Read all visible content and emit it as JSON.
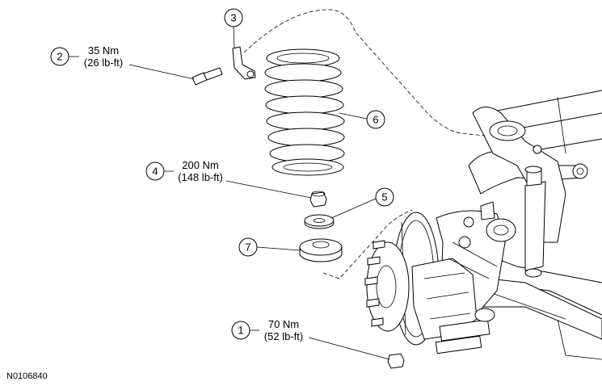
{
  "figure_id": "N0106840",
  "callouts": [
    {
      "number": "1",
      "torque_nm": "70 Nm",
      "torque_lbft": "(52 lb-ft)"
    },
    {
      "number": "2",
      "torque_nm": "35 Nm",
      "torque_lbft": "(26 lb-ft)"
    },
    {
      "number": "3"
    },
    {
      "number": "4",
      "torque_nm": "200 Nm",
      "torque_lbft": "(148 lb-ft)"
    },
    {
      "number": "5"
    },
    {
      "number": "6"
    },
    {
      "number": "7"
    }
  ]
}
